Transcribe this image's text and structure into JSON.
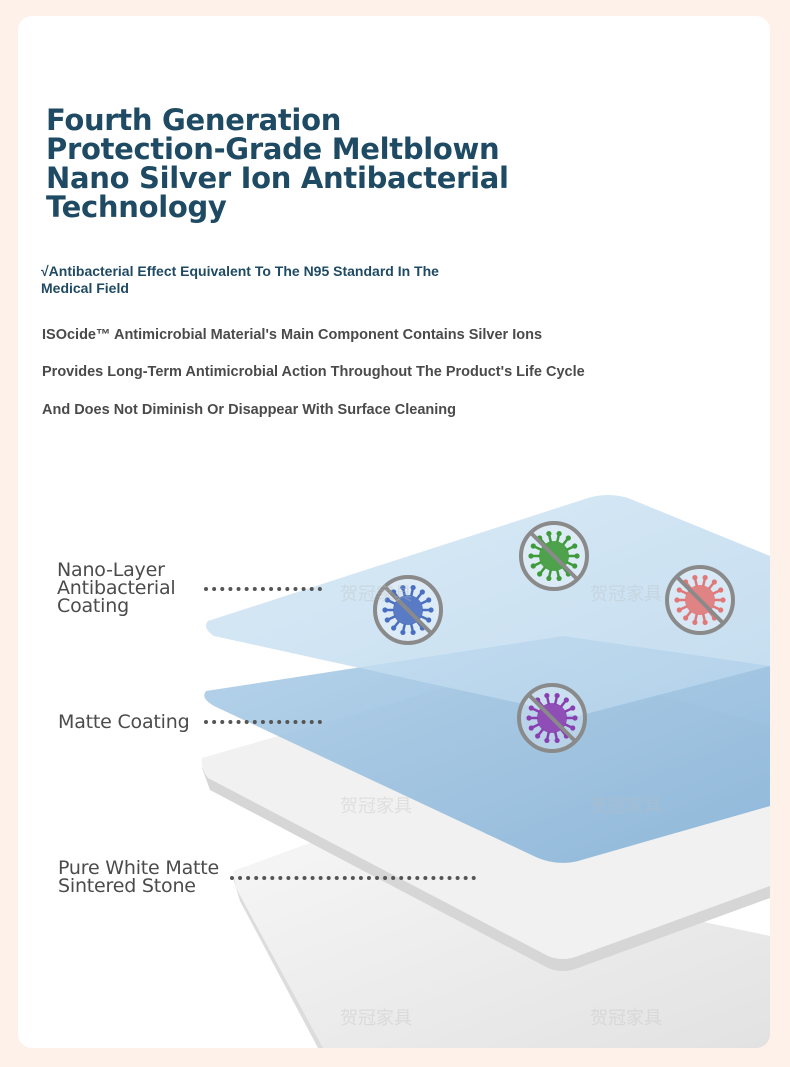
{
  "headline": "Fourth Generation Protection-Grade Meltblown Nano Silver Ion Antibacterial Technology",
  "sub_claim": "√Antibacterial Effect Equivalent To The N95 Standard In The Medical Field",
  "description": [
    "ISOcide™ Antimicrobial Material's Main Component Contains Silver Ions",
    "Provides Long-Term Antimicrobial Action Throughout The Product's Life Cycle",
    "And Does Not Diminish Or Disappear With Surface Cleaning"
  ],
  "layers": [
    {
      "label": "Nano-Layer Antibacterial Coating"
    },
    {
      "label": "Matte Coating"
    },
    {
      "label": "Pure White Matte Sintered Stone"
    }
  ],
  "watermark": "贺冠家具",
  "microbes": [
    {
      "name": "blue-virus-icon",
      "color": "#4a6fc0"
    },
    {
      "name": "green-virus-icon",
      "color": "#3f9a3a"
    },
    {
      "name": "red-virus-icon",
      "color": "#e07878"
    },
    {
      "name": "purple-virus-icon",
      "color": "#8a3fb0"
    }
  ],
  "colors": {
    "headline": "#1f4a63",
    "background": "#fdf1ea",
    "nano_layer": "#c7dff0",
    "matte_layer": "#9fc4e2",
    "stone": "#ececec"
  }
}
